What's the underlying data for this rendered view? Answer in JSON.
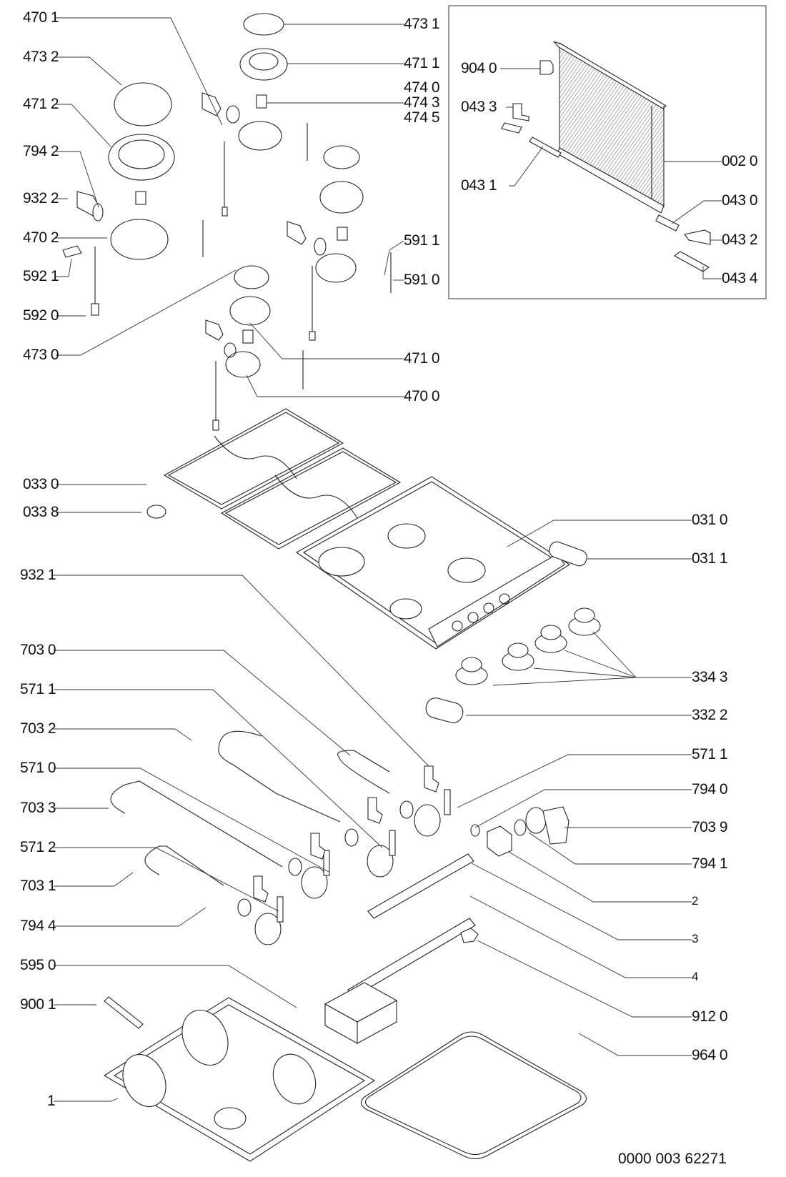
{
  "diagram": {
    "type": "exploded-parts-view",
    "subject": "Gas hob (4 burners) with glass lid",
    "document_number": "0000 003 62271",
    "labels_left": [
      {
        "id": "L4701",
        "text": "470 1"
      },
      {
        "id": "L4732",
        "text": "473 2"
      },
      {
        "id": "L4712",
        "text": "471 2"
      },
      {
        "id": "L7942",
        "text": "794 2"
      },
      {
        "id": "L9322",
        "text": "932 2"
      },
      {
        "id": "L4702",
        "text": "470 2"
      },
      {
        "id": "L5921",
        "text": "592 1"
      },
      {
        "id": "L5920",
        "text": "592 0"
      },
      {
        "id": "L4730",
        "text": "473 0"
      },
      {
        "id": "L0330",
        "text": "033 0"
      },
      {
        "id": "L0338",
        "text": "033 8"
      },
      {
        "id": "L9321",
        "text": "932 1"
      },
      {
        "id": "L7030",
        "text": "703 0"
      },
      {
        "id": "L5711a",
        "text": "571 1"
      },
      {
        "id": "L7032",
        "text": "703 2"
      },
      {
        "id": "L5710",
        "text": "571 0"
      },
      {
        "id": "L7033",
        "text": "703 3"
      },
      {
        "id": "L5712",
        "text": "571 2"
      },
      {
        "id": "L7031",
        "text": "703 1"
      },
      {
        "id": "L7944",
        "text": "794 4"
      },
      {
        "id": "L5950",
        "text": "595 0"
      },
      {
        "id": "L9001",
        "text": "900 1"
      },
      {
        "id": "L1",
        "text": "1"
      }
    ],
    "labels_right": [
      {
        "id": "R4731",
        "text": "473 1"
      },
      {
        "id": "R4711",
        "text": "471 1"
      },
      {
        "id": "R4740",
        "text": "474 0"
      },
      {
        "id": "R4743",
        "text": "474 3"
      },
      {
        "id": "R4745",
        "text": "474 5"
      },
      {
        "id": "R5911",
        "text": "591 1"
      },
      {
        "id": "R5910",
        "text": "591 0"
      },
      {
        "id": "R4710",
        "text": "471 0"
      },
      {
        "id": "R4700",
        "text": "470 0"
      },
      {
        "id": "R0310",
        "text": "031 0"
      },
      {
        "id": "R0311",
        "text": "031 1"
      },
      {
        "id": "R3343",
        "text": "334 3"
      },
      {
        "id": "R3322",
        "text": "332 2"
      },
      {
        "id": "R5711",
        "text": "571 1"
      },
      {
        "id": "R7940",
        "text": "794 0"
      },
      {
        "id": "R7039",
        "text": "703 9"
      },
      {
        "id": "R7941",
        "text": "794 1"
      },
      {
        "id": "R2",
        "text": "2"
      },
      {
        "id": "R3",
        "text": "3"
      },
      {
        "id": "R4",
        "text": "4"
      },
      {
        "id": "R9120",
        "text": "912 0"
      },
      {
        "id": "R9640",
        "text": "964 0"
      }
    ],
    "labels_inset": [
      {
        "id": "I9040",
        "text": "904 0"
      },
      {
        "id": "I0433",
        "text": "043 3"
      },
      {
        "id": "I0431",
        "text": "043 1"
      },
      {
        "id": "I0020",
        "text": "002 0"
      },
      {
        "id": "I0430",
        "text": "043 0"
      },
      {
        "id": "I0432",
        "text": "043 2"
      },
      {
        "id": "I0434",
        "text": "043 4"
      }
    ]
  }
}
